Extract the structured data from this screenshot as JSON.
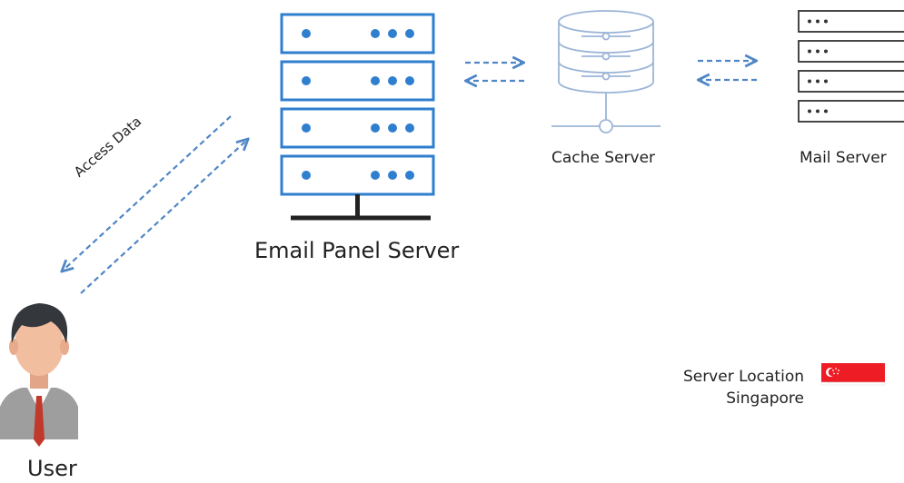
{
  "diagram": {
    "email_panel_server_label": "Email Panel Server",
    "cache_server_label": "Cache Server",
    "mail_server_label": "Mail Server",
    "user_label": "User",
    "access_data_label": "Access Data",
    "server_location_label": "Server Location",
    "server_location_value": "Singapore"
  },
  "colors": {
    "accent_blue": "#2f7fcf",
    "arrow_blue": "#4f86c6",
    "cache_line": "#9cb5d8",
    "flag_red": "#ee1c25",
    "user_suit": "#9e9e9e",
    "user_tie": "#c0392b"
  },
  "icons": {
    "email_panel_server": "server-rack-icon",
    "cache_server": "database-icon",
    "mail_server": "server-stack-icon",
    "user": "user-avatar-icon",
    "flag": "singapore-flag-icon"
  }
}
